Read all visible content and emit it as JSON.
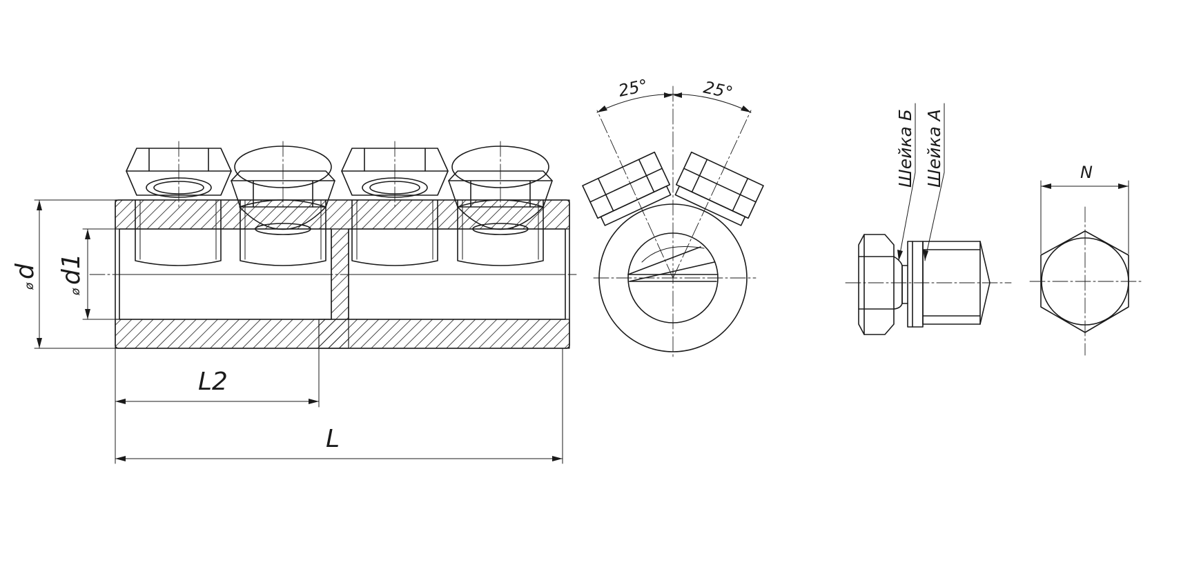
{
  "drawing": {
    "labels": {
      "dim_d": "d",
      "dim_d1": "d1",
      "diameter_symbol": "ø",
      "dim_L2": "L2",
      "dim_L": "L",
      "dim_N": "N",
      "angle_left": "25°",
      "angle_right": "25°",
      "neck_b": "Шейка Б",
      "neck_a": "Шейка А"
    }
  }
}
